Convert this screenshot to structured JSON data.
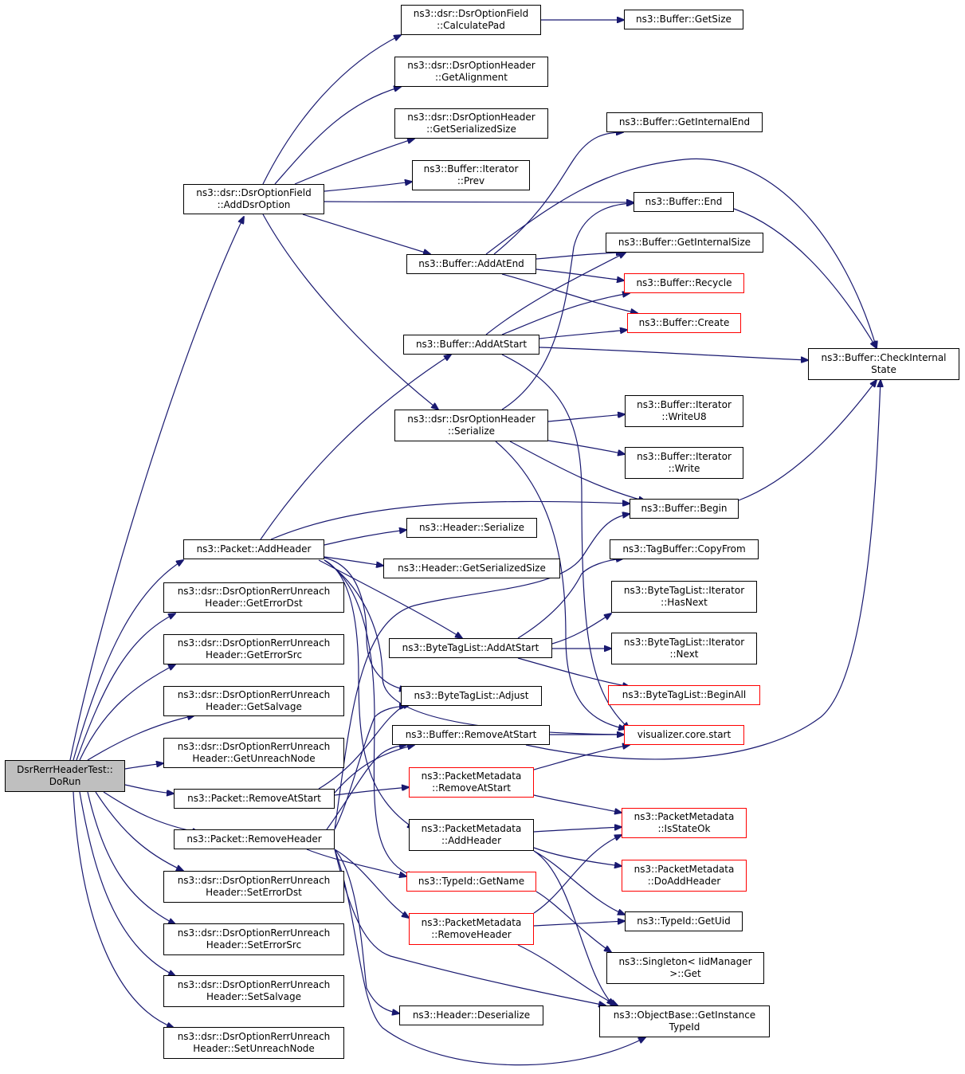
{
  "diagram": {
    "root": {
      "lines": [
        "DsrRerrHeaderTest::",
        "DoRun"
      ]
    },
    "nodes": {
      "calculatePad": {
        "lines": [
          "ns3::dsr::DsrOptionField",
          "::CalculatePad"
        ]
      },
      "getSize": {
        "lines": [
          "ns3::Buffer::GetSize"
        ]
      },
      "getAlignment": {
        "lines": [
          "ns3::dsr::DsrOptionHeader",
          "::GetAlignment"
        ]
      },
      "getSerializedSizeOpt": {
        "lines": [
          "ns3::dsr::DsrOptionHeader",
          "::GetSerializedSize"
        ]
      },
      "getInternalEnd": {
        "lines": [
          "ns3::Buffer::GetInternalEnd"
        ]
      },
      "iterPrev": {
        "lines": [
          "ns3::Buffer::Iterator",
          "::Prev"
        ]
      },
      "addDsrOption": {
        "lines": [
          "ns3::dsr::DsrOptionField",
          "::AddDsrOption"
        ]
      },
      "bufferEnd": {
        "lines": [
          "ns3::Buffer::End"
        ]
      },
      "getInternalSize": {
        "lines": [
          "ns3::Buffer::GetInternalSize"
        ]
      },
      "addAtEnd": {
        "lines": [
          "ns3::Buffer::AddAtEnd"
        ]
      },
      "recycle": {
        "lines": [
          "ns3::Buffer::Recycle"
        ]
      },
      "create": {
        "lines": [
          "ns3::Buffer::Create"
        ]
      },
      "bufAddAtStart": {
        "lines": [
          "ns3::Buffer::AddAtStart"
        ]
      },
      "checkInternal": {
        "lines": [
          "ns3::Buffer::CheckInternal",
          "State"
        ]
      },
      "optSerialize": {
        "lines": [
          "ns3::dsr::DsrOptionHeader",
          "::Serialize"
        ]
      },
      "writeU8": {
        "lines": [
          "ns3::Buffer::Iterator",
          "::WriteU8"
        ]
      },
      "write": {
        "lines": [
          "ns3::Buffer::Iterator",
          "::Write"
        ]
      },
      "begin": {
        "lines": [
          "ns3::Buffer::Begin"
        ]
      },
      "hdrSerialize": {
        "lines": [
          "ns3::Header::Serialize"
        ]
      },
      "pktAddHeader": {
        "lines": [
          "ns3::Packet::AddHeader"
        ]
      },
      "copyFrom": {
        "lines": [
          "ns3::TagBuffer::CopyFrom"
        ]
      },
      "hdrGetSerializedSize": {
        "lines": [
          "ns3::Header::GetSerializedSize"
        ]
      },
      "getErrorDst": {
        "lines": [
          "ns3::dsr::DsrOptionRerrUnreach",
          "Header::GetErrorDst"
        ]
      },
      "hasNext": {
        "lines": [
          "ns3::ByteTagList::Iterator",
          "::HasNext"
        ]
      },
      "btlAddAtStart": {
        "lines": [
          "ns3::ByteTagList::AddAtStart"
        ]
      },
      "getErrorSrc": {
        "lines": [
          "ns3::dsr::DsrOptionRerrUnreach",
          "Header::GetErrorSrc"
        ]
      },
      "next": {
        "lines": [
          "ns3::ByteTagList::Iterator",
          "::Next"
        ]
      },
      "getSalvage": {
        "lines": [
          "ns3::dsr::DsrOptionRerrUnreach",
          "Header::GetSalvage"
        ]
      },
      "adjust": {
        "lines": [
          "ns3::ByteTagList::Adjust"
        ]
      },
      "beginAll": {
        "lines": [
          "ns3::ByteTagList::BeginAll"
        ]
      },
      "bufRemoveAtStart": {
        "lines": [
          "ns3::Buffer::RemoveAtStart"
        ]
      },
      "vizStart": {
        "lines": [
          "visualizer.core.start"
        ]
      },
      "getUnreachNode": {
        "lines": [
          "ns3::dsr::DsrOptionRerrUnreach",
          "Header::GetUnreachNode"
        ]
      },
      "pmRemoveAtStart": {
        "lines": [
          "ns3::PacketMetadata",
          "::RemoveAtStart"
        ]
      },
      "pktRemoveAtStart": {
        "lines": [
          "ns3::Packet::RemoveAtStart"
        ]
      },
      "isStateOk": {
        "lines": [
          "ns3::PacketMetadata",
          "::IsStateOk"
        ]
      },
      "pmAddHeader": {
        "lines": [
          "ns3::PacketMetadata",
          "::AddHeader"
        ]
      },
      "pktRemoveHeader": {
        "lines": [
          "ns3::Packet::RemoveHeader"
        ]
      },
      "doAddHeader": {
        "lines": [
          "ns3::PacketMetadata",
          "::DoAddHeader"
        ]
      },
      "getName": {
        "lines": [
          "ns3::TypeId::GetName"
        ]
      },
      "setErrorDst": {
        "lines": [
          "ns3::dsr::DsrOptionRerrUnreach",
          "Header::SetErrorDst"
        ]
      },
      "pmRemoveHeader": {
        "lines": [
          "ns3::PacketMetadata",
          "::RemoveHeader"
        ]
      },
      "getUid": {
        "lines": [
          "ns3::TypeId::GetUid"
        ]
      },
      "setErrorSrc": {
        "lines": [
          "ns3::dsr::DsrOptionRerrUnreach",
          "Header::SetErrorSrc"
        ]
      },
      "singletonGet": {
        "lines": [
          "ns3::Singleton< IidManager",
          ">::Get"
        ]
      },
      "setSalvage": {
        "lines": [
          "ns3::dsr::DsrOptionRerrUnreach",
          "Header::SetSalvage"
        ]
      },
      "hdrDeserialize": {
        "lines": [
          "ns3::Header::Deserialize"
        ]
      },
      "getInstanceTypeId": {
        "lines": [
          "ns3::ObjectBase::GetInstance",
          "TypeId"
        ]
      },
      "setUnreachNode": {
        "lines": [
          "ns3::dsr::DsrOptionRerrUnreach",
          "Header::SetUnreachNode"
        ]
      }
    },
    "colors": {
      "edge": "#191970",
      "node_border": "#000000",
      "node_border_incomplete": "#ff0000",
      "root_fill": "#bfbfbf"
    }
  }
}
